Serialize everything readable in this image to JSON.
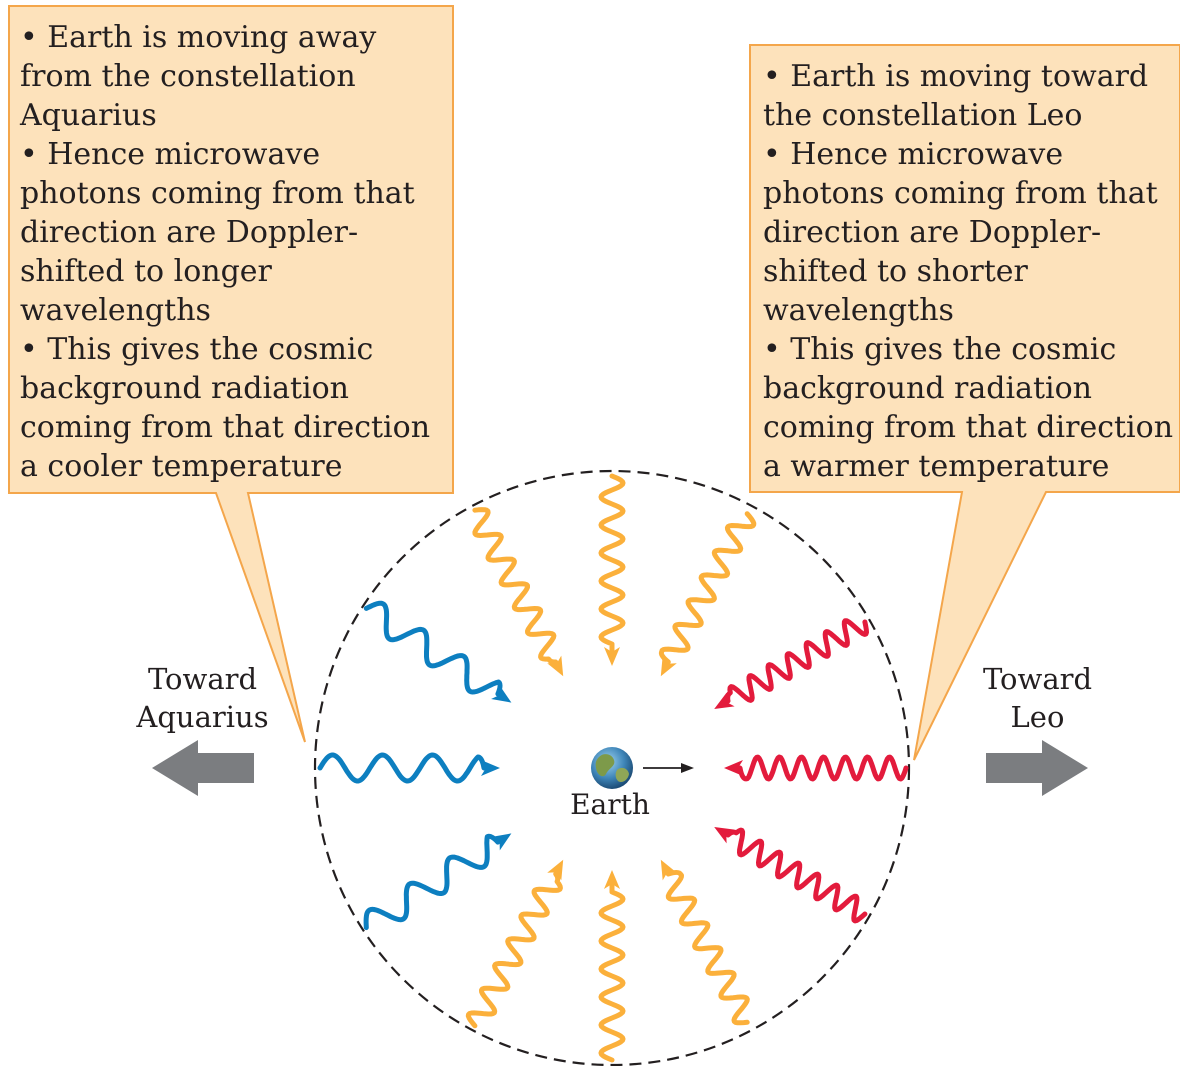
{
  "callouts": {
    "left": {
      "lines": [
        "• Earth is moving away",
        "from the constellation",
        "Aquarius",
        "• Hence microwave",
        "photons coming from that",
        "direction are Doppler-",
        "shifted to longer",
        "wavelengths",
        "• This gives the cosmic",
        "background radiation",
        "coming from that direction",
        "a cooler temperature"
      ]
    },
    "right": {
      "lines": [
        "• Earth is moving toward",
        "the constellation Leo",
        "• Hence microwave",
        "photons coming from that",
        "direction are Doppler-",
        "shifted to shorter",
        "wavelengths",
        "• This gives the cosmic",
        "background radiation",
        "coming from that direction",
        "a warmer temperature"
      ]
    }
  },
  "directions": {
    "aquarius": {
      "line1": "Toward",
      "line2": "Aquarius"
    },
    "leo": {
      "line1": "Toward",
      "line2": "Leo"
    }
  },
  "earth": {
    "label": "Earth"
  },
  "photon_groups": [
    {
      "name": "blueshifted-photons-from-leo",
      "color": "#e31b3c",
      "wavelength": "short",
      "count": 3
    },
    {
      "name": "photons-from-sides",
      "color": "#fbb03b",
      "wavelength": "medium",
      "count": 6
    },
    {
      "name": "redshifted-photons-from-aquarius",
      "color": "#0d7fc0",
      "wavelength": "long",
      "count": 3
    }
  ],
  "colors": {
    "callout_fill": "#fde2bb",
    "callout_stroke": "#f4a64b",
    "blue": "#0d7fc0",
    "orange": "#fbb03b",
    "red": "#e31b3c",
    "arrow_gray": "#7b7d80",
    "circle_dash": "#231f20"
  }
}
